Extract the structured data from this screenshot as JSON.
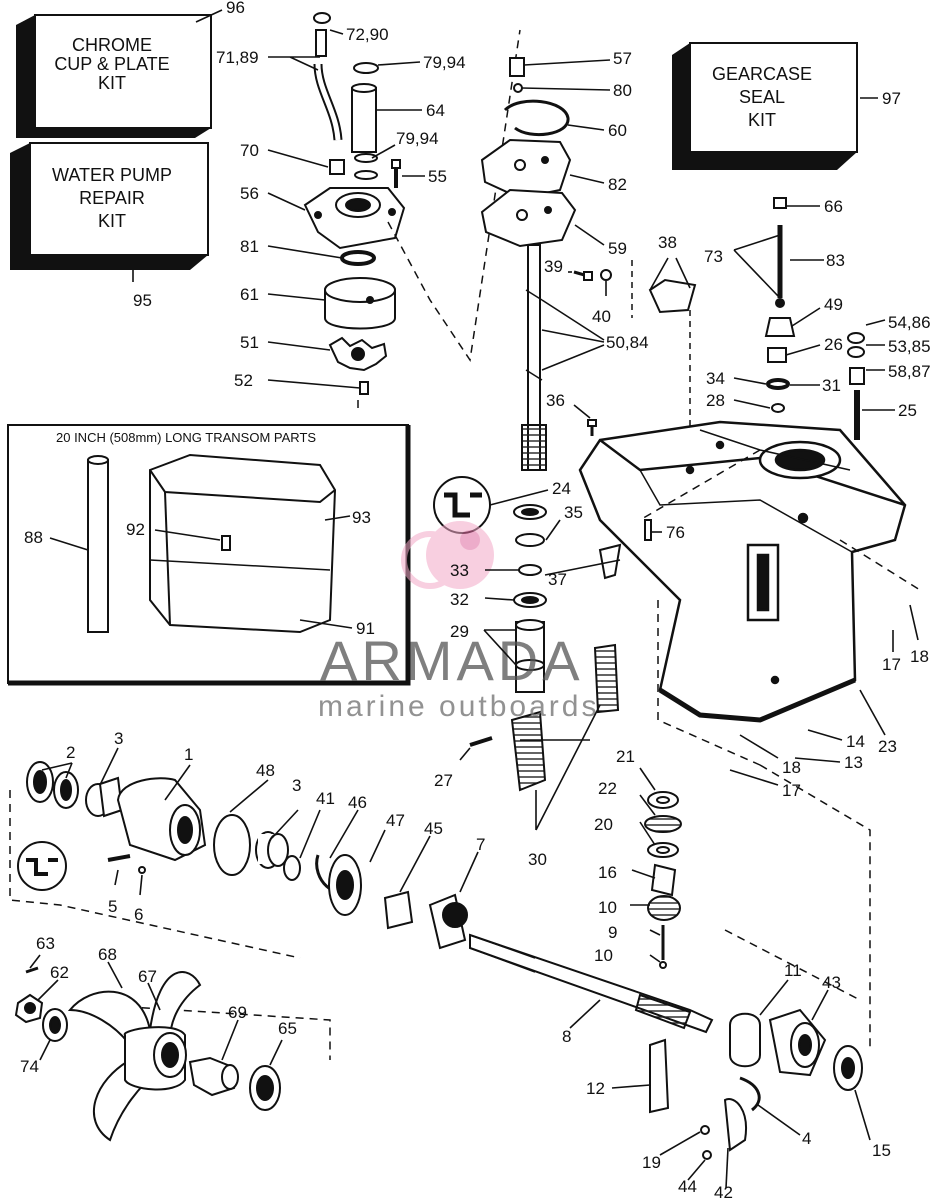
{
  "kits": {
    "chrome_cup": {
      "line1": "CHROME",
      "line2": "CUP & PLATE",
      "line3": "KIT",
      "ref": "96"
    },
    "water_pump": {
      "line1": "WATER PUMP",
      "line2": "REPAIR",
      "line3": "KIT",
      "ref": "95"
    },
    "gearcase_seal": {
      "line1": "GEARCASE",
      "line2": "SEAL",
      "line3": "KIT",
      "ref": "97"
    }
  },
  "inset": {
    "title": "20 INCH (508mm) LONG TRANSOM PARTS"
  },
  "watermark": {
    "brand": "ARMADA",
    "tagline": "marine outboards"
  },
  "callouts": {
    "c72_90": "72,90",
    "c71_89": "71,89",
    "c79_94a": "79,94",
    "c64": "64",
    "c79_94b": "79,94",
    "c70": "70",
    "c55": "55",
    "c56": "56",
    "c81": "81",
    "c61": "61",
    "c51": "51",
    "c52": "52",
    "c57": "57",
    "c80": "80",
    "c60": "60",
    "c82": "82",
    "c59": "59",
    "c39": "39",
    "c40": "40",
    "c38": "38",
    "c50_84": "50,84",
    "c36": "36",
    "c66": "66",
    "c73": "73",
    "c83": "83",
    "c49": "49",
    "c54_86": "54,86",
    "c26": "26",
    "c53_85": "53,85",
    "c34": "34",
    "c31": "31",
    "c58_87": "58,87",
    "c28": "28",
    "c25": "25",
    "c93": "93",
    "c92": "92",
    "c88": "88",
    "c91": "91",
    "c24": "24",
    "c35": "35",
    "c76": "76",
    "c33": "33",
    "c37": "37",
    "c32": "32",
    "c29": "29",
    "c17a": "17",
    "c18a": "18",
    "c14": "14",
    "c23": "23",
    "c18b": "18",
    "c13": "13",
    "c17b": "17",
    "c27": "27",
    "c21": "21",
    "c22": "22",
    "c20": "20",
    "c16": "16",
    "c10a": "10",
    "c9": "9",
    "c10b": "10",
    "c30": "30",
    "c2": "2",
    "c3a": "3",
    "c1": "1",
    "c48": "48",
    "c3b": "3",
    "c41": "41",
    "c46": "46",
    "c47": "47",
    "c45": "45",
    "c7": "7",
    "c5": "5",
    "c6": "6",
    "c63": "63",
    "c62": "62",
    "c68": "68",
    "c67": "67",
    "c74": "74",
    "c69": "69",
    "c65": "65",
    "c8": "8",
    "c11": "11",
    "c43": "43",
    "c12": "12",
    "c4": "4",
    "c15": "15",
    "c19": "19",
    "c44": "44",
    "c42": "42"
  }
}
